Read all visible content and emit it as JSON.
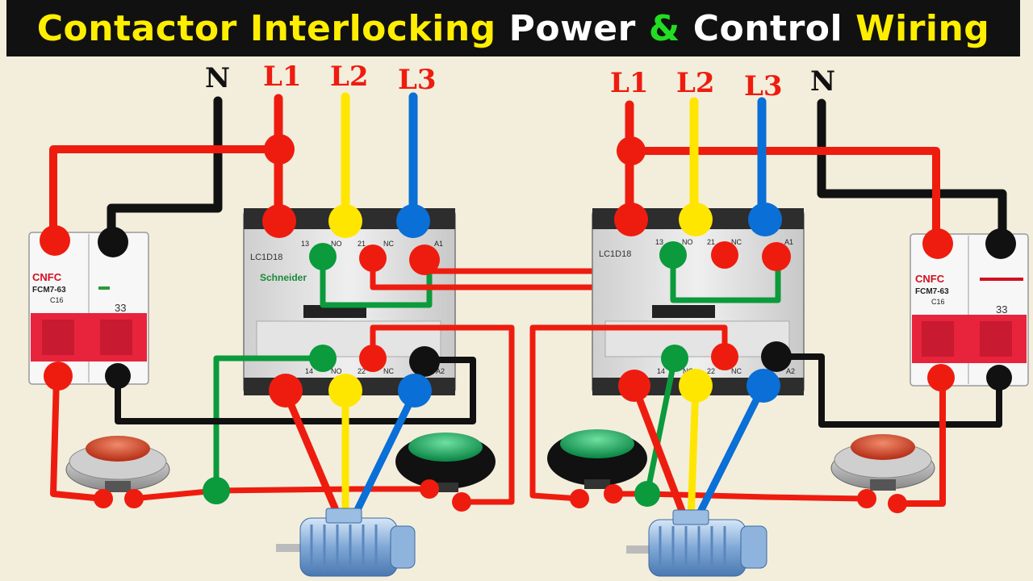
{
  "title": {
    "word1": "Contactor",
    "word2": "Interlocking",
    "word3": "Power",
    "word4": "&",
    "word5": "Control",
    "word6": "Wiring"
  },
  "colors": {
    "L1": "#ee1c0f",
    "L2": "#ffe600",
    "L3": "#0a6fd6",
    "N": "#111111",
    "control": "#0b9a3c",
    "background": "#f3eedc"
  },
  "left": {
    "line_labels": {
      "n": "N",
      "l1": "L1",
      "l2": "L2",
      "l3": "L3"
    },
    "contactor": {
      "model": "LC1D18",
      "brand": "Schneider",
      "top_terminals": {
        "t13": "13",
        "no": "NO",
        "t21": "21",
        "nc": "NC",
        "a1": "A1"
      },
      "bottom_terminals": {
        "t14": "14",
        "no": "NO",
        "t22": "22",
        "nc": "NC",
        "a2": "A2"
      }
    },
    "mcb": {
      "brand": "CNFC",
      "model": "FCM7-63",
      "rating": "C16",
      "pole_mark": "33"
    }
  },
  "right": {
    "line_labels": {
      "l1": "L1",
      "l2": "L2",
      "l3": "L3",
      "n": "N"
    },
    "contactor": {
      "model": "LC1D18",
      "top_terminals": {
        "t13": "13",
        "no": "NO",
        "t21": "21",
        "nc": "NC",
        "a1": "A1"
      },
      "bottom_terminals": {
        "t14": "14",
        "no": "NO",
        "t22": "22",
        "nc": "NC",
        "a2": "A2"
      }
    },
    "mcb": {
      "brand": "CNFC",
      "model": "FCM7-63",
      "rating": "C16",
      "pole_mark": "33"
    }
  }
}
